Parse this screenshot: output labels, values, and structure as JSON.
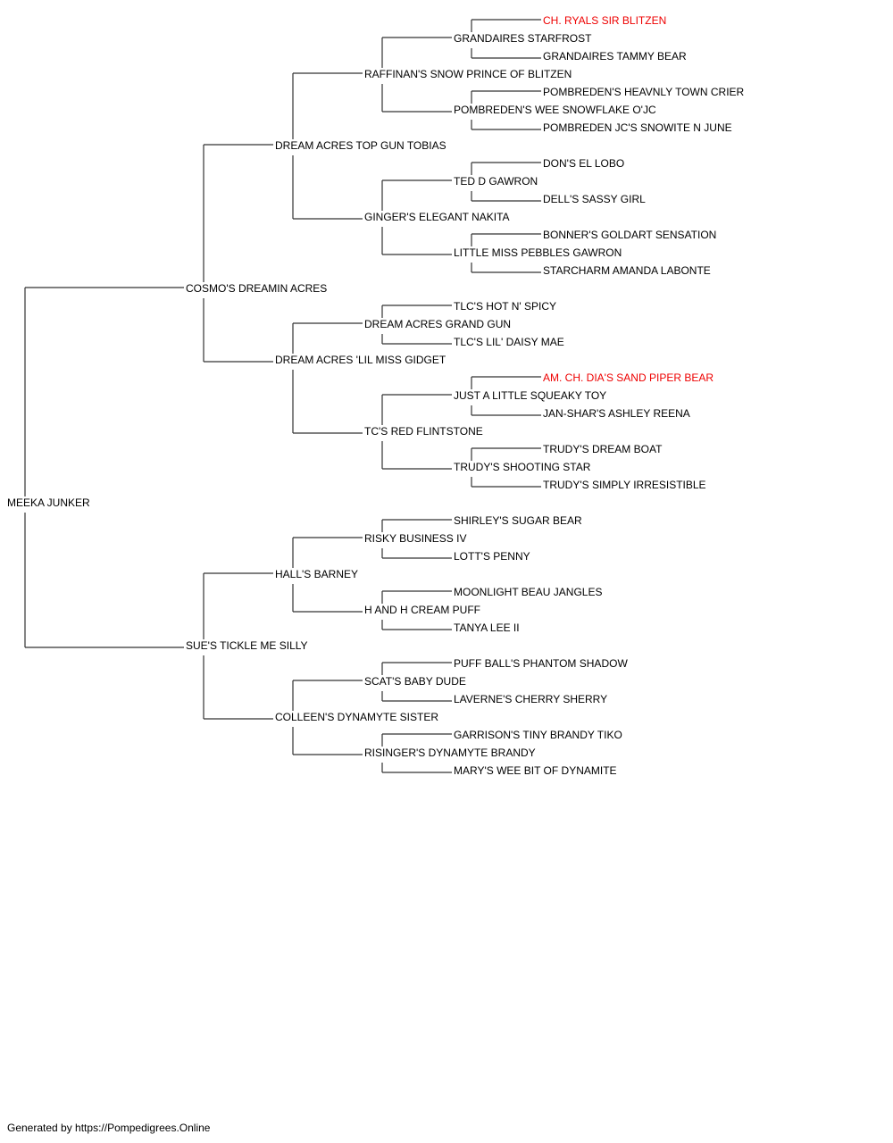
{
  "colors": {
    "normal": "#000000",
    "champion": "#ee0000",
    "line": "#333333"
  },
  "subject": {
    "name": "MEEKA JUNKER",
    "sire": {
      "name": "COSMO'S DREAMIN ACRES",
      "sire": {
        "name": "DREAM ACRES TOP GUN TOBIAS",
        "sire": {
          "name": "RAFFINAN'S SNOW PRINCE OF BLITZEN",
          "sire": {
            "name": "GRANDAIRES STARFROST",
            "sire": {
              "name": "CH. RYALS SIR BLITZEN",
              "champion": true
            },
            "dam": {
              "name": "GRANDAIRES TAMMY BEAR"
            }
          },
          "dam": {
            "name": "POMBREDEN'S WEE SNOWFLAKE O'JC",
            "sire": {
              "name": "POMBREDEN'S HEAVNLY TOWN CRIER"
            },
            "dam": {
              "name": "POMBREDEN JC'S SNOWITE N JUNE"
            }
          }
        },
        "dam": {
          "name": "GINGER'S ELEGANT NAKITA",
          "sire": {
            "name": "TED D GAWRON",
            "sire": {
              "name": "DON'S EL LOBO"
            },
            "dam": {
              "name": "DELL'S SASSY GIRL"
            }
          },
          "dam": {
            "name": "LITTLE MISS PEBBLES GAWRON",
            "sire": {
              "name": "BONNER'S GOLDART SENSATION"
            },
            "dam": {
              "name": "STARCHARM AMANDA LABONTE"
            }
          }
        }
      },
      "dam": {
        "name": "DREAM ACRES 'LIL MISS GIDGET",
        "sire": {
          "name": "DREAM ACRES GRAND GUN",
          "sire": {
            "name": "TLC'S HOT N' SPICY"
          },
          "dam": {
            "name": "TLC'S LIL' DAISY MAE"
          }
        },
        "dam": {
          "name": "TC'S RED FLINTSTONE",
          "sire": {
            "name": "JUST A LITTLE SQUEAKY TOY",
            "sire": {
              "name": "AM. CH. DIA'S SAND PIPER BEAR",
              "champion": true
            },
            "dam": {
              "name": "JAN-SHAR'S ASHLEY REENA"
            }
          },
          "dam": {
            "name": "TRUDY'S SHOOTING STAR",
            "sire": {
              "name": "TRUDY'S DREAM BOAT"
            },
            "dam": {
              "name": "TRUDY'S SIMPLY IRRESISTIBLE"
            }
          }
        }
      }
    },
    "dam": {
      "name": "SUE'S TICKLE ME SILLY",
      "sire": {
        "name": "HALL'S BARNEY",
        "sire": {
          "name": "RISKY BUSINESS IV",
          "sire": {
            "name": "SHIRLEY'S SUGAR BEAR"
          },
          "dam": {
            "name": "LOTT'S PENNY"
          }
        },
        "dam": {
          "name": "H AND H CREAM PUFF",
          "sire": {
            "name": "MOONLIGHT BEAU JANGLES"
          },
          "dam": {
            "name": "TANYA LEE II"
          }
        }
      },
      "dam": {
        "name": "COLLEEN'S DYNAMYTE SISTER",
        "sire": {
          "name": "SCAT'S BABY DUDE",
          "sire": {
            "name": "PUFF BALL'S PHANTOM SHADOW"
          },
          "dam": {
            "name": "LAVERNE'S CHERRY SHERRY"
          }
        },
        "dam": {
          "name": "RISINGER'S DYNAMYTE BRANDY",
          "sire": {
            "name": "GARRISON'S TINY BRANDY TIKO"
          },
          "dam": {
            "name": "MARY'S WEE BIT OF DYNAMITE"
          }
        }
      }
    }
  },
  "footer": {
    "text": "Generated by https://Pompedigrees.Online"
  }
}
